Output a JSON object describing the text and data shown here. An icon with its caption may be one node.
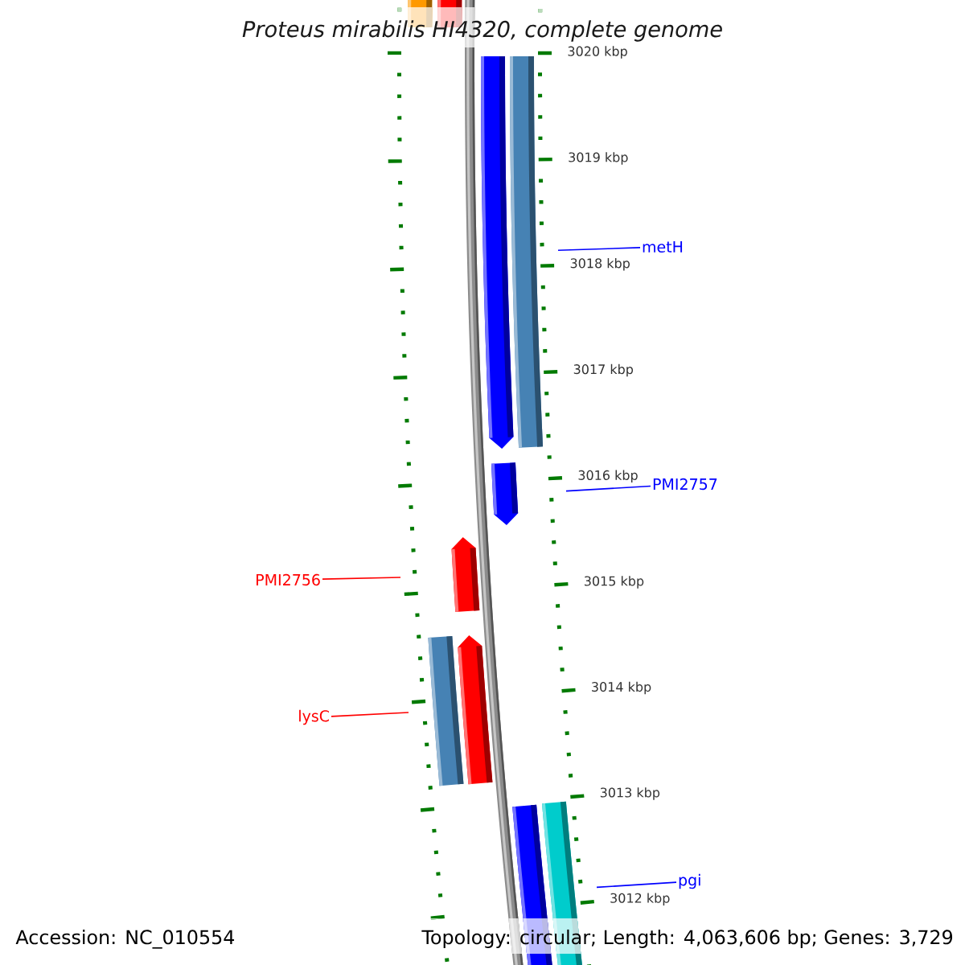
{
  "diagram": {
    "title": "Proteus mirabilis HI4320, complete genome",
    "nodes": [
      {
        "text": [
          "metH"
        ]
      },
      {
        "text": [
          "PMI2757"
        ]
      },
      {
        "text": [
          "PMI2756"
        ]
      },
      {
        "text": [
          "lysC"
        ]
      },
      {
        "text": [
          "pgi"
        ]
      }
    ],
    "edges": [
      {
        "from": 0,
        "to": null,
        "arrow": "none"
      },
      {
        "from": 1,
        "to": null,
        "arrow": "none"
      },
      {
        "from": 2,
        "to": null,
        "arrow": "none",
        "color": "#ff0000"
      },
      {
        "from": 3,
        "to": null,
        "arrow": "none",
        "color": "#ff0000"
      },
      {
        "from": 4,
        "to": null,
        "arrow": "none"
      }
    ],
    "labels": [
      "3020 kbp",
      "3019 kbp",
      "3018 kbp",
      "3017 kbp",
      "3016 kbp",
      "3015 kbp",
      "3014 kbp",
      "3013 kbp",
      "3012 kbp",
      "Accession: NC_010554",
      "Topology: circular; Length: 4,063,606 bp; Genes: 3,729"
    ]
  }
}
